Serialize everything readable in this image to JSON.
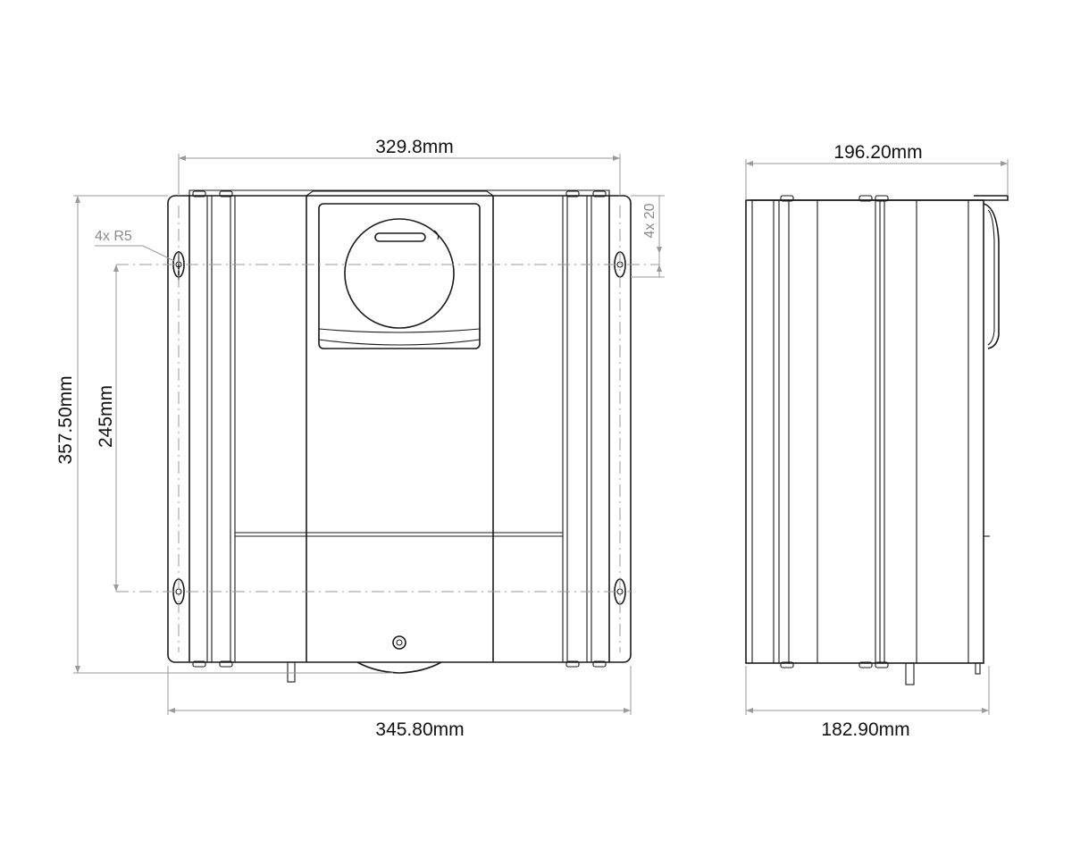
{
  "dimensions": {
    "front_width_top": "329.8mm",
    "front_width_bottom": "345.80mm",
    "front_height": "357.50mm",
    "hole_spacing": "245mm",
    "hole_radius": "4x R5",
    "hole_offset": "4x 20",
    "side_width_top": "196.20mm",
    "side_width_bottom": "182.90mm"
  },
  "colors": {
    "outline": "#1a1a1a",
    "dimension_line": "#9a9a9a",
    "grey_text": "#8a8a8a"
  }
}
